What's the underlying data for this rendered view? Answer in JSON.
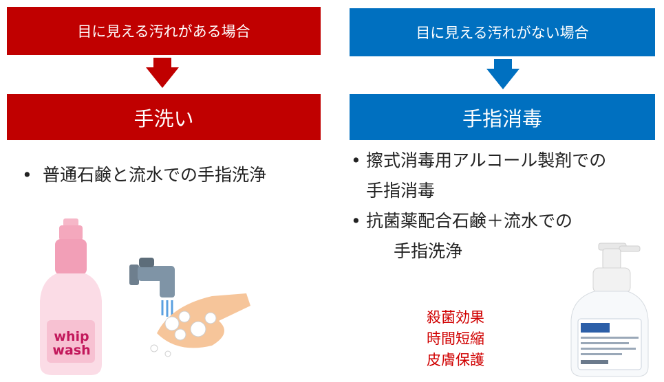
{
  "left": {
    "condition": "目に見える汚れがある場合",
    "method": "手洗い",
    "bullets": [
      "普通石鹸と流水での手指洗浄"
    ],
    "bottle_label": {
      "brand_top": "whip",
      "brand_bottom": "wash"
    },
    "colors": {
      "accent": "#c00000"
    }
  },
  "right": {
    "condition": "目に見える汚れがない場合",
    "method": "手指消毒",
    "bullets": [
      {
        "line1": "擦式消毒用アルコール製剤での",
        "line2": "手指消毒"
      },
      {
        "line1": "抗菌薬配合石鹸＋流水での",
        "line2": "手指洗浄"
      }
    ],
    "benefits": [
      "殺菌効果",
      "時間短縮",
      "皮膚保護"
    ],
    "colors": {
      "accent": "#0070c0",
      "benefit_text": "#d00000"
    }
  }
}
